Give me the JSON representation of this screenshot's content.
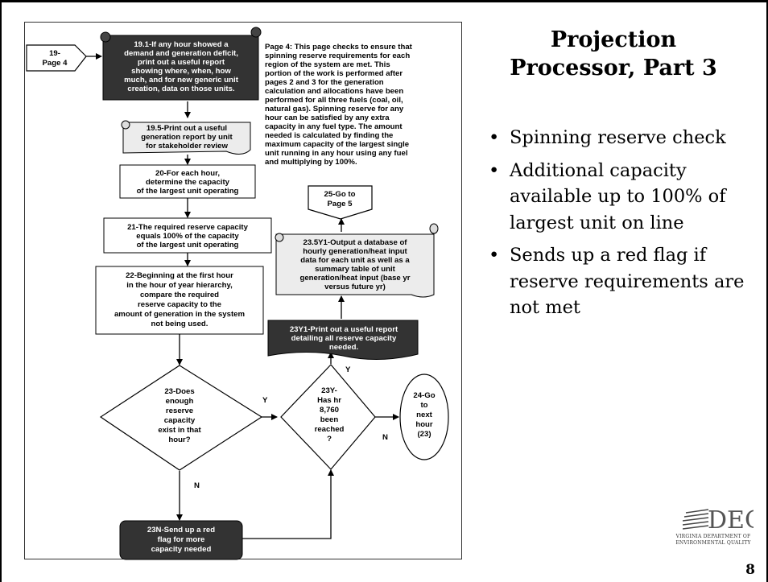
{
  "slide": {
    "title_line1": "Projection",
    "title_line2": "Processor, Part 3",
    "bullets": [
      "Spinning reserve check",
      "Additional capacity available up to 100% of largest unit on line",
      "Sends up a red flag if reserve requirements are not met"
    ],
    "page_number": "8"
  },
  "logo": {
    "mark": "DEQ",
    "line1": "VIRGINIA DEPARTMENT OF",
    "line2": "ENVIRONMENTAL QUALITY"
  },
  "flowchart": {
    "connector_19": [
      "19-",
      "Page 4"
    ],
    "step_19_1": [
      "19.1-If any hour showed a",
      "demand and generation deficit,",
      "print out a useful report",
      "showing where, when, how",
      "much, and for new generic unit",
      "creation, data on those units."
    ],
    "page4_note": [
      "Page 4:  This page checks to ensure that",
      "spinning reserve requirements for each",
      "region of the system are met.  This",
      "portion of the work is performed after",
      "pages 2 and 3 for the generation",
      "calculation and allocations have been",
      "performed for all three fuels (coal, oil,",
      "natural gas).  Spinning reserve for any",
      "hour can be satisfied by any extra",
      "capacity in any fuel type. The amount",
      "needed is calculated by finding the",
      "maximum capacity of the largest single",
      "unit running in any hour using any fuel",
      "and multiplying by 100%."
    ],
    "step_19_5": [
      "19.5-Print out a useful",
      "generation report by unit",
      "for stakeholder review"
    ],
    "step_20": [
      "20-For each hour,",
      "determine the capacity",
      "of the largest unit operating"
    ],
    "step_21": [
      "21-The required reserve capacity",
      "equals 100% of the capacity",
      "of the largest unit operating"
    ],
    "step_22": [
      "22-Beginning at the first hour",
      "in the hour of year hierarchy,",
      "compare the required",
      "reserve capacity to the",
      "amount of generation in the system",
      "not being used."
    ],
    "step_23": [
      "23-Does",
      "enough",
      "reserve",
      "capacity",
      "exist in that",
      "hour?"
    ],
    "step_23y": [
      "23Y-",
      "Has hr",
      "8,760",
      "been",
      "reached",
      "?"
    ],
    "step_24": [
      "24-Go",
      "to",
      "next",
      "hour",
      "(23)"
    ],
    "step_23n": [
      "23N-Send up a red",
      "flag for more",
      "capacity needed"
    ],
    "step_23y1": [
      "23Y1-Print out a useful report",
      "detailing all reserve capacity",
      "needed."
    ],
    "step_23_5y1": [
      "23.5Y1-Output a database of",
      "hourly generation/heat input",
      "data for each unit as well as a",
      "summary table of unit",
      "generation/heat input (base yr",
      "versus future yr)"
    ],
    "step_25": [
      "25-Go to",
      "Page 5"
    ],
    "label_y1": "Y",
    "label_y2": "Y",
    "label_n1": "N",
    "label_n2": "N"
  }
}
